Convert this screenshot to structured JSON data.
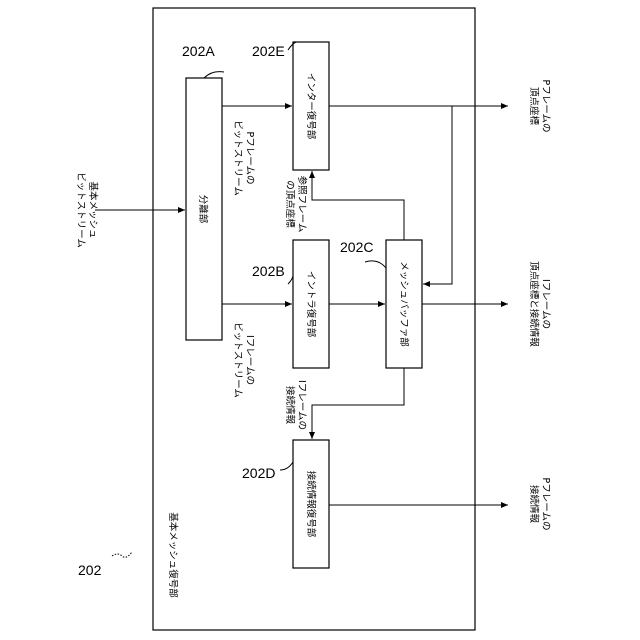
{
  "figure_number": "202",
  "outer_block": {
    "id": "",
    "label": "基本メッシュ復号部"
  },
  "blocks": {
    "separator": {
      "id": "202A",
      "label": "分離部"
    },
    "intra_decoder": {
      "id": "202B",
      "label": "イントラ復号部"
    },
    "mesh_buffer": {
      "id": "202C",
      "label": "メッシュバッファ部"
    },
    "connectivity_decoder": {
      "id": "202D",
      "label": "接続情報復号部"
    },
    "inter_decoder": {
      "id": "202E",
      "label": "インター復号部"
    }
  },
  "signals": {
    "input": [
      "基本メッシュ",
      "ビットストリーム"
    ],
    "p_bitstream": [
      "Pフレームの",
      "ビットストリーム"
    ],
    "i_bitstream": [
      "Iフレームの",
      "ビットストリーム"
    ],
    "ref_vertices": [
      "参照フレーム",
      "の頂点座標"
    ],
    "i_connectivity": [
      "Iフレームの",
      "接続情報"
    ],
    "out_p_vertices": [
      "Pフレームの",
      "頂点座標"
    ],
    "out_i_vertices_conn": [
      "Iフレームの",
      "頂点座標と接続情報"
    ],
    "out_p_connectivity": [
      "Pフレームの",
      "接続情報"
    ]
  }
}
